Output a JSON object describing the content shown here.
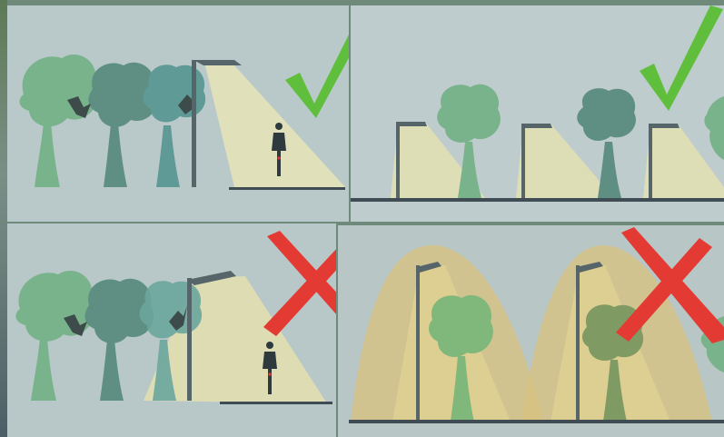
{
  "colors": {
    "panel_bg": "#bccac9",
    "tree_light": "#79b38c",
    "tree_mid": "#5e9082",
    "tree_teal": "#5f9a97",
    "bird": "#3d4b4b",
    "pole": "#56656a",
    "beam_good": "#e3e2b8",
    "beam_bad": "#d9c27a",
    "ground": "#3f4c54",
    "check": "#5fbf3c",
    "cross": "#e33b34"
  },
  "panels": [
    {
      "id": "top-left",
      "verdict": "good",
      "symbol": "check-icon"
    },
    {
      "id": "top-right",
      "verdict": "good",
      "symbol": "check-icon"
    },
    {
      "id": "bottom-left",
      "verdict": "bad",
      "symbol": "cross-icon"
    },
    {
      "id": "bottom-right",
      "verdict": "bad",
      "symbol": "cross-icon"
    }
  ]
}
